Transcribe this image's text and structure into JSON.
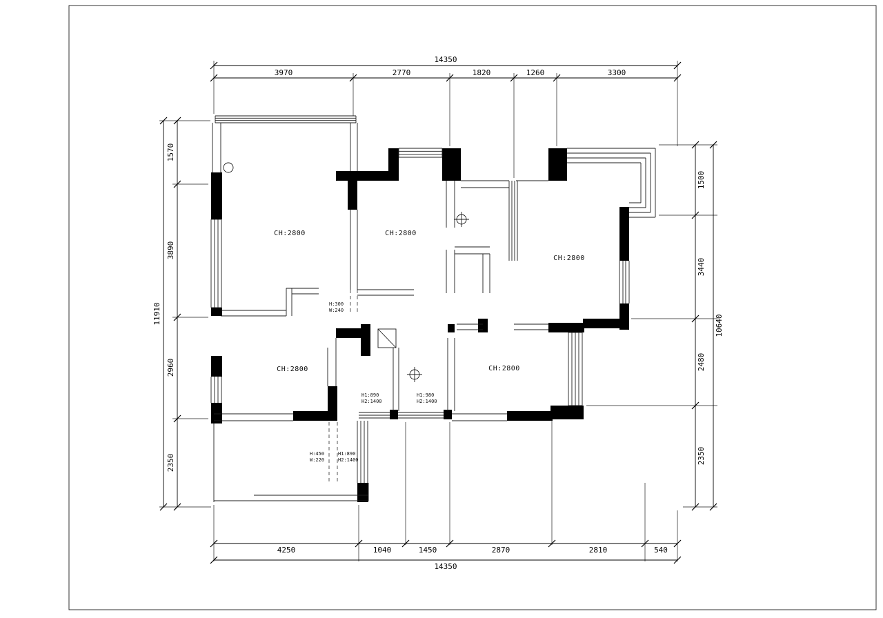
{
  "dimensions": {
    "top": {
      "overall": "14350",
      "segments": [
        "3970",
        "2770",
        "1820",
        "1260",
        "3300"
      ]
    },
    "bottom": {
      "overall": "14350",
      "segments": [
        "4250",
        "1040",
        "1450",
        "2870",
        "2810",
        "540"
      ]
    },
    "left": {
      "overall": "11910",
      "segments": [
        "1570",
        "3890",
        "2960",
        "2350"
      ]
    },
    "right": {
      "overall": "10640",
      "segments": [
        "1500",
        "3440",
        "2480",
        "2350"
      ]
    }
  },
  "room_labels": [
    "CH:2800",
    "CH:2800",
    "CH:2800",
    "CH:2800",
    "CH:2800"
  ],
  "notes": [
    [
      "H:300",
      "W:240"
    ],
    [
      "H1:890",
      "H2:1400"
    ],
    [
      "H1:980",
      "H2:1400"
    ],
    [
      "H:450",
      "W:220"
    ],
    [
      "H1:890",
      "H2:1400"
    ]
  ],
  "colors": {
    "line": "#1c1c1c",
    "wall": "#000000",
    "background": "#ffffff"
  }
}
